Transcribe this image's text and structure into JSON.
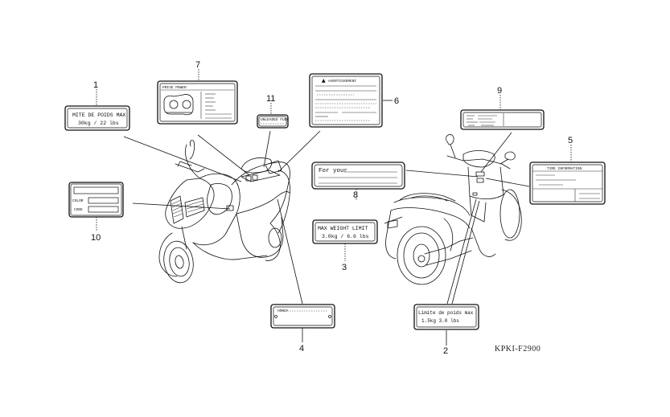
{
  "diagram": {
    "code": "KPKI-F2900",
    "parts": [
      {
        "ref": "1",
        "name": "Caution label (French max weight)",
        "lines": [
          "MITE DE POIDS MAX",
          "30kg  / 22 lbs"
        ]
      },
      {
        "ref": "2",
        "name": "Caution label (French max weight, small)",
        "lines": [
          "Limite de poids max",
          "1.5kg    3.0 lbs"
        ]
      },
      {
        "ref": "3",
        "name": "Caution label (max weight limit)",
        "lines": [
          "MAX  WEIGHT  LIMIT",
          "3.0kg  / 6.6 lbs"
        ]
      },
      {
        "ref": "4",
        "name": "Identification plate",
        "lines": [
          "HONDA"
        ]
      },
      {
        "ref": "5",
        "name": "Tire information label",
        "lines": [
          "TIRE  INFORMATION"
        ]
      },
      {
        "ref": "6",
        "name": "Warning label",
        "lines": [
          "AVERTISSEMENT"
        ]
      },
      {
        "ref": "7",
        "name": "Drive chain / power label",
        "lines": [
          "PRIVE POWER"
        ]
      },
      {
        "ref": "8",
        "name": "Information label",
        "lines": [
          "For your"
        ]
      },
      {
        "ref": "9",
        "name": "Specification label",
        "lines": []
      },
      {
        "ref": "10",
        "name": "Color code label",
        "lines": [
          "COLOR",
          "CODE"
        ]
      },
      {
        "ref": "11",
        "name": "Fuel label",
        "lines": [
          "UNLEADED FUEL"
        ]
      }
    ]
  }
}
